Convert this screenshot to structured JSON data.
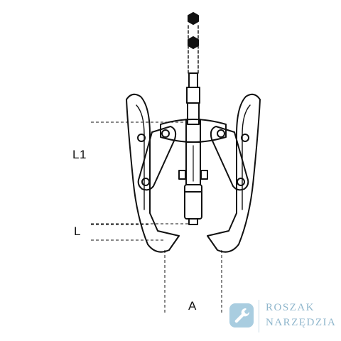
{
  "diagram": {
    "dimension_labels": {
      "l1": "L1",
      "l": "L",
      "a": "A"
    },
    "line_color": "#111111"
  },
  "watermark": {
    "line1": "ROSZAK",
    "line2": "NARZĘDZIA",
    "icon": "wrench-icon",
    "color": "#8fb6cc"
  }
}
